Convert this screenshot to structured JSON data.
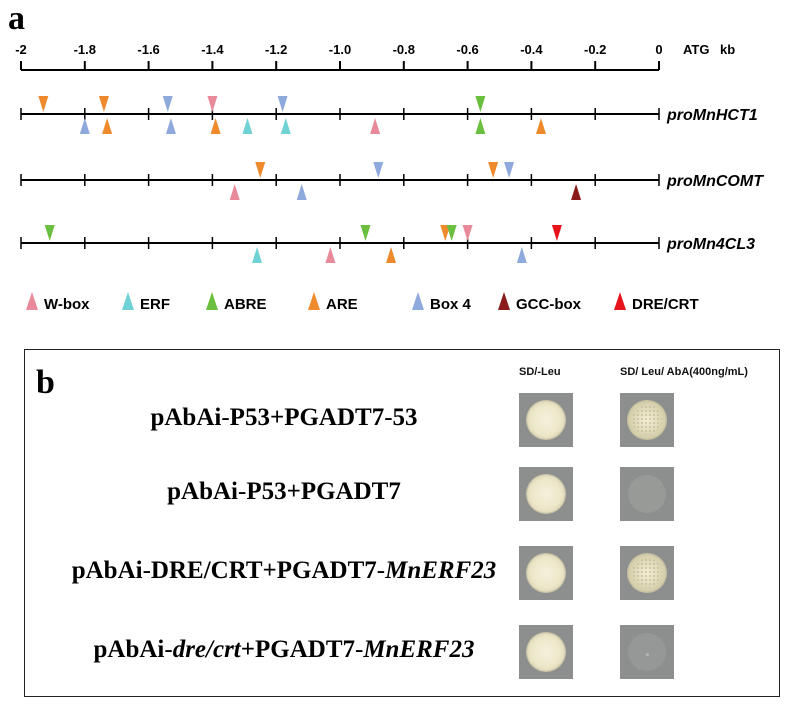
{
  "panel_a": {
    "label": "a",
    "axis": {
      "ticks": [
        "-2",
        "-1.8",
        "-1.6",
        "-1.4",
        "-1.2",
        "-1.0",
        "-0.8",
        "-0.6",
        "-0.4",
        "-0.2",
        "0"
      ],
      "tick_values": [
        -2,
        -1.8,
        -1.6,
        -1.4,
        -1.2,
        -1.0,
        -0.8,
        -0.6,
        -0.4,
        -0.2,
        0
      ],
      "end_label": "ATG",
      "unit": "kb"
    },
    "element_colors": {
      "W-box": "#e98a9a",
      "ERF": "#6fd3d6",
      "ABRE": "#6bbf3e",
      "ARE": "#ee8a2c",
      "Box 4": "#8ea9dc",
      "GCC-box": "#8b1a1a",
      "DRE/CRT": "#e8141c"
    },
    "promoters": [
      {
        "name": "proMnHCT1",
        "sites": [
          {
            "pos": -1.93,
            "type": "ARE",
            "strand": "top"
          },
          {
            "pos": -1.74,
            "type": "ARE",
            "strand": "top"
          },
          {
            "pos": -1.54,
            "type": "Box 4",
            "strand": "top"
          },
          {
            "pos": -1.4,
            "type": "W-box",
            "strand": "top"
          },
          {
            "pos": -1.18,
            "type": "Box 4",
            "strand": "top"
          },
          {
            "pos": -0.56,
            "type": "ABRE",
            "strand": "top"
          },
          {
            "pos": -1.8,
            "type": "Box 4",
            "strand": "bottom"
          },
          {
            "pos": -1.73,
            "type": "ARE",
            "strand": "bottom"
          },
          {
            "pos": -1.53,
            "type": "Box 4",
            "strand": "bottom"
          },
          {
            "pos": -1.39,
            "type": "ARE",
            "strand": "bottom"
          },
          {
            "pos": -1.29,
            "type": "ERF",
            "strand": "bottom"
          },
          {
            "pos": -1.17,
            "type": "ERF",
            "strand": "bottom"
          },
          {
            "pos": -0.89,
            "type": "W-box",
            "strand": "bottom"
          },
          {
            "pos": -0.56,
            "type": "ABRE",
            "strand": "bottom"
          },
          {
            "pos": -0.37,
            "type": "ARE",
            "strand": "bottom"
          }
        ]
      },
      {
        "name": "proMnCOMT",
        "sites": [
          {
            "pos": -1.25,
            "type": "ARE",
            "strand": "top"
          },
          {
            "pos": -0.88,
            "type": "Box 4",
            "strand": "top"
          },
          {
            "pos": -0.52,
            "type": "ARE",
            "strand": "top"
          },
          {
            "pos": -0.47,
            "type": "Box 4",
            "strand": "top"
          },
          {
            "pos": -1.33,
            "type": "W-box",
            "strand": "bottom"
          },
          {
            "pos": -1.12,
            "type": "Box 4",
            "strand": "bottom"
          },
          {
            "pos": -0.26,
            "type": "GCC-box",
            "strand": "bottom"
          }
        ]
      },
      {
        "name": "proMn4CL3",
        "sites": [
          {
            "pos": -1.91,
            "type": "ABRE",
            "strand": "top"
          },
          {
            "pos": -0.92,
            "type": "ABRE",
            "strand": "top"
          },
          {
            "pos": -0.67,
            "type": "ARE",
            "strand": "top"
          },
          {
            "pos": -0.65,
            "type": "ABRE",
            "strand": "top"
          },
          {
            "pos": -0.6,
            "type": "W-box",
            "strand": "top"
          },
          {
            "pos": -0.32,
            "type": "DRE/CRT",
            "strand": "top"
          },
          {
            "pos": -1.26,
            "type": "ERF",
            "strand": "bottom"
          },
          {
            "pos": -1.03,
            "type": "W-box",
            "strand": "bottom"
          },
          {
            "pos": -0.84,
            "type": "ARE",
            "strand": "bottom"
          },
          {
            "pos": -0.43,
            "type": "Box 4",
            "strand": "bottom"
          }
        ]
      }
    ],
    "legend": [
      "W-box",
      "ERF",
      "ABRE",
      "ARE",
      "Box 4",
      "GCC-box",
      "DRE/CRT"
    ]
  },
  "panel_b": {
    "label": "b",
    "columns": [
      "SD/-Leu",
      "SD/ Leu/ AbA(400ng/mL)"
    ],
    "rows": [
      {
        "construct": {
          "prefix": "pAbAi",
          "sep": "-",
          "mid": "P53+PGADT7",
          "sep2": "-",
          "suffix": "53",
          "mid_italic": false,
          "suffix_italic": false
        },
        "growth": [
          "growth",
          "textured"
        ]
      },
      {
        "construct": {
          "prefix": "pAbAi",
          "sep": "-",
          "mid": "P53+PGADT7",
          "sep2": "",
          "suffix": "",
          "mid_italic": false,
          "suffix_italic": false
        },
        "growth": [
          "growth",
          "faint"
        ]
      },
      {
        "construct": {
          "prefix": "pAbAi",
          "sep": "-",
          "mid": "DRE/CRT+PGADT7",
          "sep2": "-",
          "suffix": "MnERF23",
          "mid_italic": false,
          "suffix_italic": true
        },
        "growth": [
          "growth",
          "textured"
        ]
      },
      {
        "construct": {
          "prefix": "pAbAi",
          "sep": "-",
          "mid_italic_part": "dre/crt",
          "mid": "+PGADT7",
          "sep2": "-",
          "suffix": "MnERF23",
          "mid_italic": true,
          "suffix_italic": true
        },
        "growth": [
          "growth",
          "speck"
        ]
      }
    ]
  }
}
